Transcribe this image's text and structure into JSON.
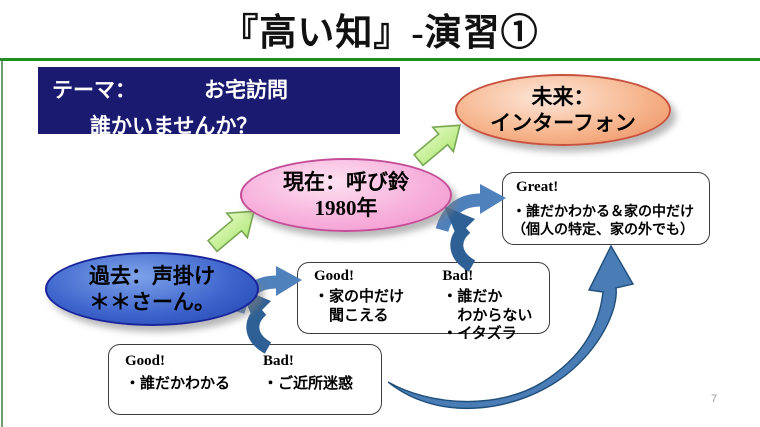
{
  "slide": {
    "title": "『高い知』-演習①",
    "page_number": "7"
  },
  "theme_box": {
    "label": "テーマ：",
    "topic": "お宅訪問",
    "question": "誰かいませんか？"
  },
  "nodes": {
    "future": {
      "line1": "未来：",
      "line2": "インターフォン"
    },
    "present": {
      "line1": "現在：呼び鈴",
      "line2": "1980年"
    },
    "past": {
      "line1": "過去：声掛け",
      "line2": "＊＊さーん。"
    }
  },
  "boxes": {
    "great": {
      "heading": "Great!",
      "bullet1": "・誰だかわかる＆家の中だけ",
      "bullet2": "（個人の特定、家の外でも）"
    },
    "present_eval": {
      "good_heading": "Good!",
      "good_bullet": "・家の中だけ",
      "good_bullet_wrap": "聞こえる",
      "bad_heading": "Bad!",
      "bad_bullet1": "・誰だか",
      "bad_bullet1_wrap": "わからない",
      "bad_bullet2": "・イタズラ"
    },
    "past_eval": {
      "good_heading": "Good!",
      "good_bullet": "・誰だかわかる",
      "bad_heading": "Bad!",
      "bad_bullet": "・ご近所迷惑"
    }
  },
  "icons": {
    "green_arrow_past_present": "block-arrow-up-right",
    "green_arrow_present_future": "block-arrow-up-right",
    "cycle_past": "curved-cycle-arrows",
    "cycle_present": "curved-cycle-arrows",
    "long_curve": "long-curved-arrow-up"
  },
  "colors": {
    "title_underline": "#1e8e1e",
    "theme_box_bg": "#1a1a70",
    "future_node_fill": "#ed8a5a",
    "future_node_border": "#c7523f",
    "present_node_fill": "#f090cc",
    "present_node_border": "#c34d96",
    "past_node_fill": "#2f4fc0",
    "past_node_border": "#18239a",
    "green_arrow_fill": "#c6ee96",
    "blue_arrow_light": "#4f81bd",
    "blue_arrow_dark": "#2e6095"
  }
}
